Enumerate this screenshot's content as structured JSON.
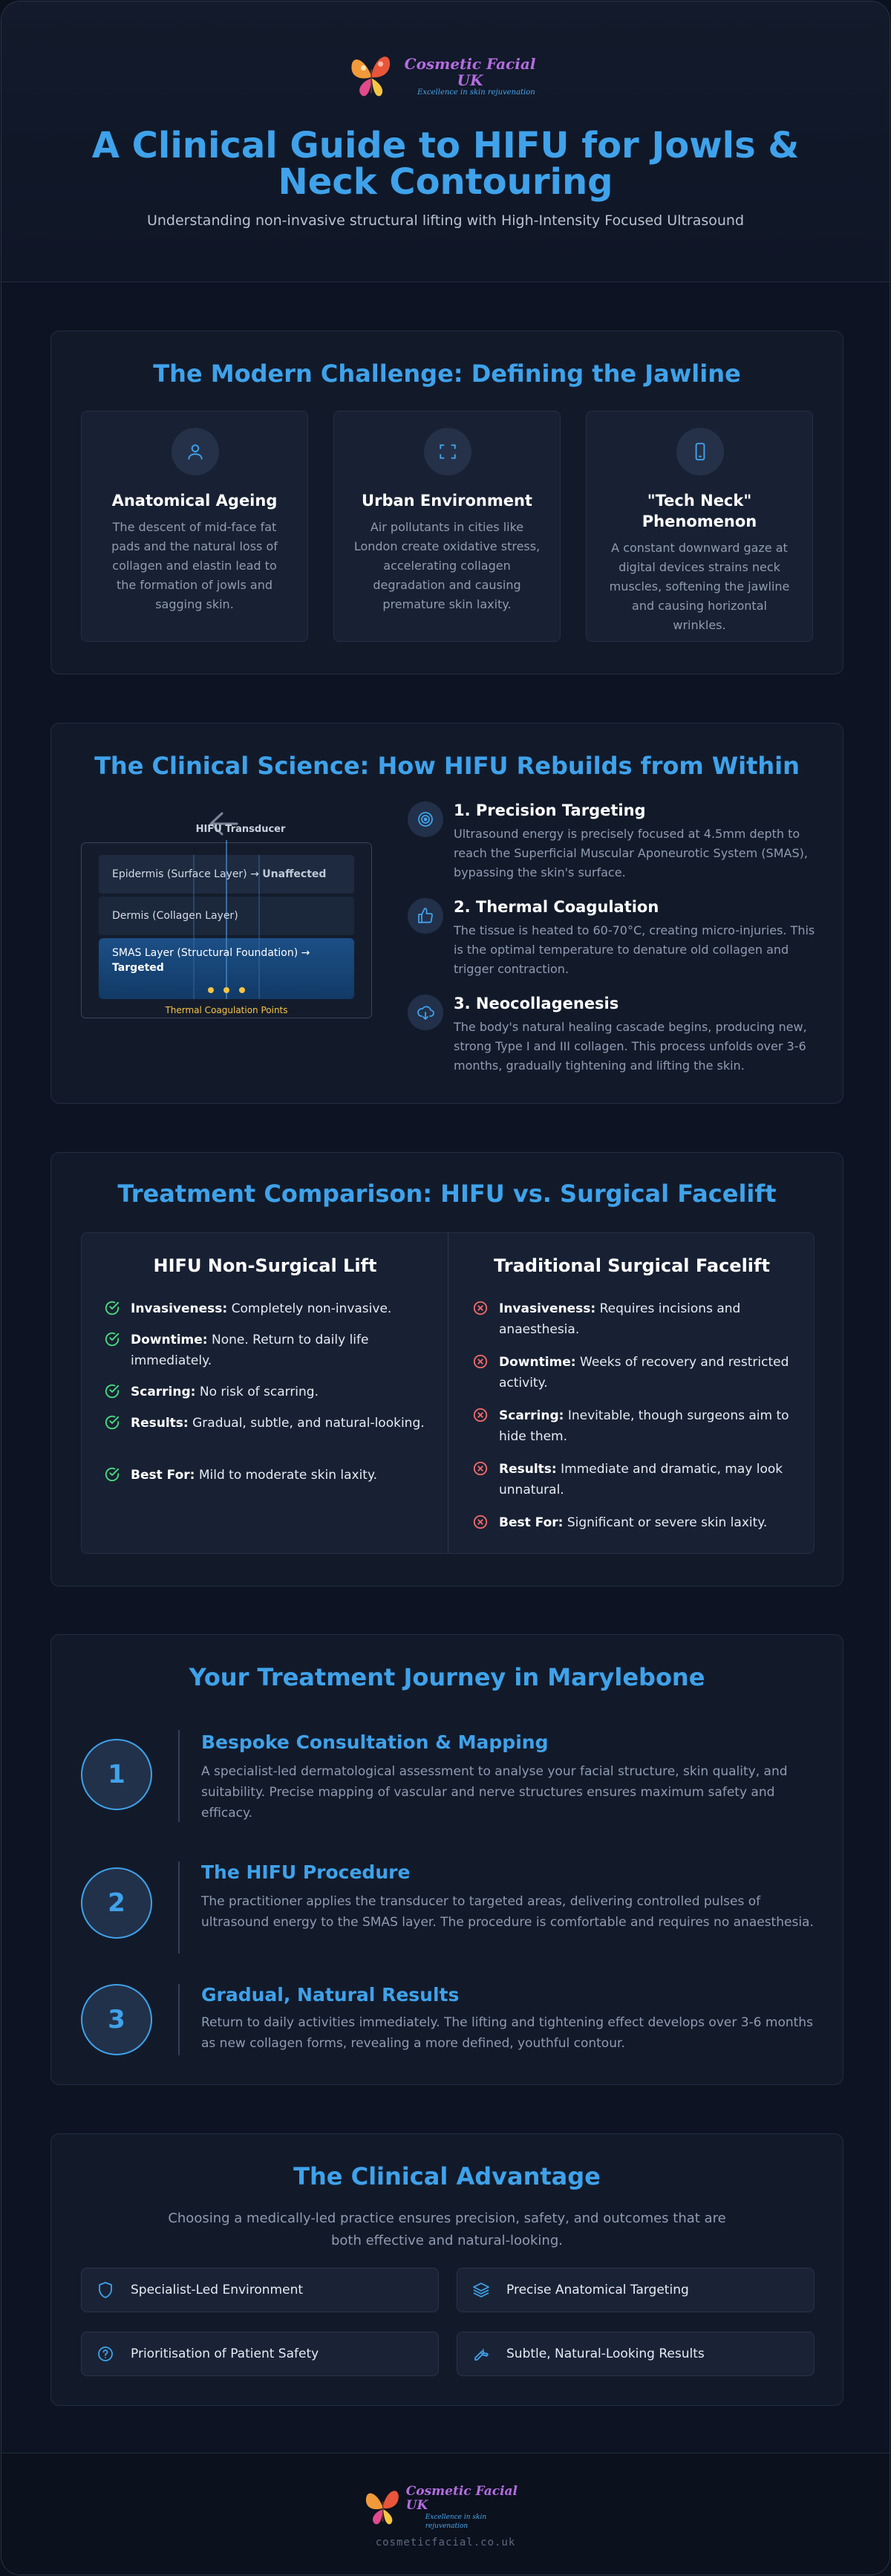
{
  "brand": {
    "name": "Cosmetic Facial UK",
    "tagline": "Excellence in skin rejuvenation",
    "url": "cosmeticfacial.co.uk",
    "colors": {
      "accent": "#3fa2ea",
      "background": "#0d1322",
      "card": "#182133",
      "success": "#4ade80",
      "danger": "#f16a6a",
      "highlight": "#f6c445"
    }
  },
  "header": {
    "title": "A Clinical Guide to HIFU for Jowls & Neck Contouring",
    "subtitle": "Understanding non-invasive structural lifting with High-Intensity Focused Ultrasound"
  },
  "challenge": {
    "title": "The Modern Challenge: Defining the Jawline",
    "cards": [
      {
        "icon": "person-icon",
        "title": "Anatomical Ageing",
        "text": "The descent of mid-face fat pads and the natural loss of collagen and elastin lead to the formation of jowls and sagging skin."
      },
      {
        "icon": "focus-frame-icon",
        "title": "Urban Environment",
        "text": "Air pollutants in cities like London create oxidative stress, accelerating collagen degradation and causing premature skin laxity."
      },
      {
        "icon": "smartphone-icon",
        "title": "\"Tech Neck\" Phenomenon",
        "text": "A constant downward gaze at digital devices strains neck muscles, softening the jawline and causing horizontal wrinkles."
      }
    ]
  },
  "science": {
    "title": "The Clinical Science: How HIFU Rebuilds from Within",
    "diagram": {
      "transducer_label": "HIFU Transducer",
      "layers": [
        {
          "name": "Epidermis (Surface Layer) →",
          "status": "Unaffected"
        },
        {
          "name": "Dermis (Collagen Layer)",
          "status": ""
        },
        {
          "name": "SMAS Layer (Structural Foundation) →",
          "status": "Targeted"
        }
      ],
      "points_label": "Thermal Coagulation Points"
    },
    "steps": [
      {
        "icon": "target-icon",
        "title": "1. Precision Targeting",
        "text": "Ultrasound energy is precisely focused at 4.5mm depth to reach the Superficial Muscular Aponeurotic System (SMAS), bypassing the skin's surface."
      },
      {
        "icon": "thumbs-up-icon",
        "title": "2. Thermal Coagulation",
        "text": "The tissue is heated to 60-70°C, creating micro-injuries. This is the optimal temperature to denature old collagen and trigger contraction."
      },
      {
        "icon": "cloud-download-icon",
        "title": "3. Neocollagenesis",
        "text": "The body's natural healing cascade begins, producing new, strong Type I and III collagen. This process unfolds over 3-6 months, gradually tightening and lifting the skin."
      }
    ]
  },
  "comparison": {
    "title": "Treatment Comparison: HIFU vs. Surgical Facelift",
    "hifu": {
      "title": "HIFU Non-Surgical Lift",
      "rows": [
        {
          "label": "Invasiveness:",
          "text": "Completely non-invasive."
        },
        {
          "label": "Downtime:",
          "text": "None. Return to daily life immediately."
        },
        {
          "label": "Scarring:",
          "text": "No risk of scarring."
        },
        {
          "label": "Results:",
          "text": "Gradual, subtle, and natural-looking."
        },
        {
          "label": "Best For:",
          "text": "Mild to moderate skin laxity."
        }
      ]
    },
    "surgical": {
      "title": "Traditional Surgical Facelift",
      "rows": [
        {
          "label": "Invasiveness:",
          "text": "Requires incisions and anaesthesia."
        },
        {
          "label": "Downtime:",
          "text": "Weeks of recovery and restricted activity."
        },
        {
          "label": "Scarring:",
          "text": "Inevitable, though surgeons aim to hide them."
        },
        {
          "label": "Results:",
          "text": "Immediate and dramatic, may look unnatural."
        },
        {
          "label": "Best For:",
          "text": "Significant or severe skin laxity."
        }
      ]
    }
  },
  "journey": {
    "title": "Your Treatment Journey in Marylebone",
    "steps": [
      {
        "number": "1",
        "title": "Bespoke Consultation & Mapping",
        "text": "A specialist-led dermatological assessment to analyse your facial structure, skin quality, and suitability. Precise mapping of vascular and nerve structures ensures maximum safety and efficacy."
      },
      {
        "number": "2",
        "title": "The HIFU Procedure",
        "text": "The practitioner applies the transducer to targeted areas, delivering controlled pulses of ultrasound energy to the SMAS layer. The procedure is comfortable and requires no anaesthesia."
      },
      {
        "number": "3",
        "title": "Gradual, Natural Results",
        "text": "Return to daily activities immediately. The lifting and tightening effect develops over 3-6 months as new collagen forms, revealing a more defined, youthful contour."
      }
    ]
  },
  "advantage": {
    "title": "The Clinical Advantage",
    "intro": "Choosing a medically-led practice ensures precision, safety, and outcomes that are both effective and natural-looking.",
    "items": [
      {
        "icon": "shield-icon",
        "label": "Specialist-Led Environment"
      },
      {
        "icon": "layers-icon",
        "label": "Precise Anatomical Targeting"
      },
      {
        "icon": "help-circle-icon",
        "label": "Prioritisation of Patient Safety"
      },
      {
        "icon": "wrench-icon",
        "label": "Subtle, Natural-Looking Results"
      }
    ]
  }
}
